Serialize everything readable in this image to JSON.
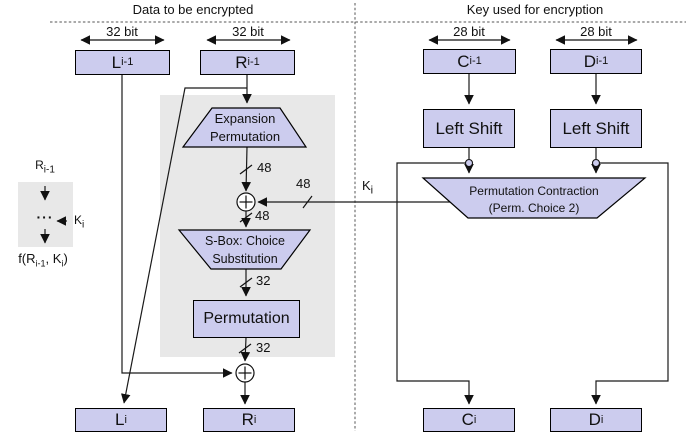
{
  "headers": {
    "left": "Data to be encrypted",
    "right": "Key used for encryption"
  },
  "bit_labels": [
    "32 bit",
    "32 bit",
    "28 bit",
    "28 bit"
  ],
  "registers": {
    "l_prev": {
      "main": "L",
      "sub": "i-1"
    },
    "r_prev": {
      "main": "R",
      "sub": "i-1"
    },
    "c_prev": {
      "main": "C",
      "sub": "i-1"
    },
    "d_prev": {
      "main": "D",
      "sub": "i-1"
    },
    "l_next": {
      "main": "L",
      "sub": "i"
    },
    "r_next": {
      "main": "R",
      "sub": "i"
    },
    "c_next": {
      "main": "C",
      "sub": "i"
    },
    "d_next": {
      "main": "D",
      "sub": "i"
    }
  },
  "blocks": {
    "expansion_line1": "Expansion",
    "expansion_line2": "Permutation",
    "sbox_line1": "S-Box: Choice",
    "sbox_line2": "Substitution",
    "permutation": "Permutation",
    "left_shift_c": "Left Shift",
    "left_shift_d": "Left Shift",
    "perm_contraction_line1": "Permutation Contraction",
    "perm_contraction_line2": "(Perm. Choice 2)"
  },
  "wire_labels": {
    "expansion_out": "48",
    "key_in": "48",
    "xor_out": "48",
    "sbox_out": "32",
    "perm_out": "32",
    "key": {
      "main": "K",
      "sub": "i"
    }
  },
  "legend": {
    "input": {
      "main": "R",
      "sub": "i-1"
    },
    "dots": "···",
    "key": {
      "main": "K",
      "sub": "i"
    },
    "output": {
      "p1": "f(R",
      "s1": "i-1",
      "p2": ", K",
      "s2": "i",
      "p3": ")"
    }
  },
  "colors": {
    "box_fill": "#ccccee",
    "panel_fill": "#e8e8e8",
    "line": "#1a1a1a"
  }
}
